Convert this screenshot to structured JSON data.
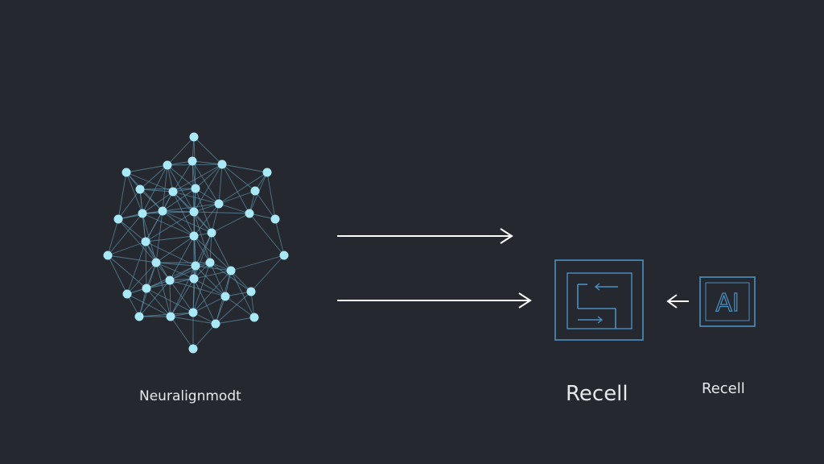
{
  "labels": {
    "network": "Neuralignmodt",
    "recell_main": "Recell",
    "recell_small": "Recell",
    "ai_box_text": "AI"
  },
  "icons": {
    "network": "neural-network-icon",
    "maze": "maze-icon",
    "ai_box": "ai-chip-icon"
  },
  "colors": {
    "background": "#25292f",
    "node": "#a9e9f7",
    "edge": "#5e8fa8",
    "box_stroke": "#4a90c2",
    "arrow": "#ffffff",
    "text": "#e6e9ec"
  }
}
